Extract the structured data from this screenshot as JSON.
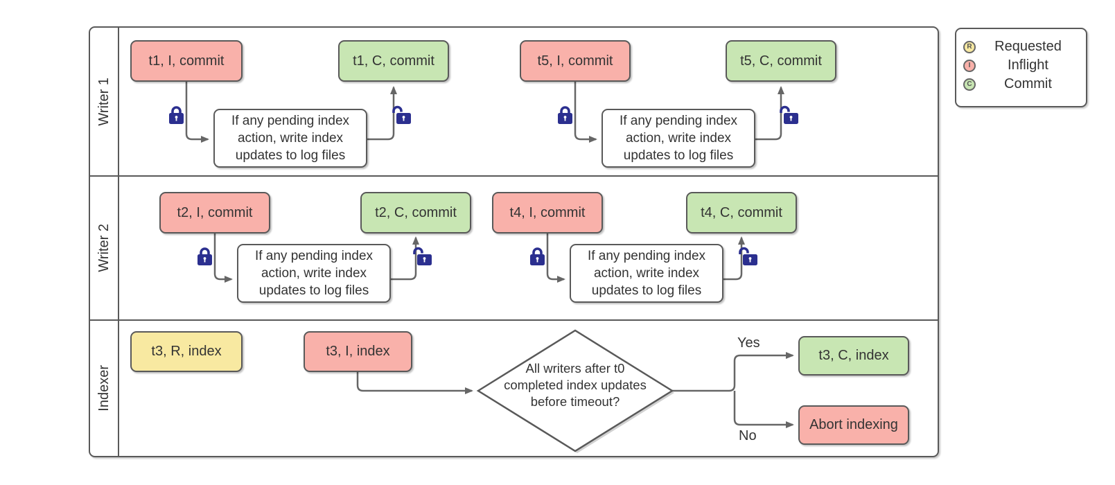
{
  "diagram": {
    "lanes": [
      {
        "label": "Writer 1",
        "groups": [
          {
            "start": "t1, I, commit",
            "process": "If any pending index action, write index updates to log files",
            "end": "t1, C, commit"
          },
          {
            "start": "t5, I, commit",
            "process": "If any pending index action, write index updates to log files",
            "end": "t5, C, commit"
          }
        ]
      },
      {
        "label": "Writer 2",
        "groups": [
          {
            "start": "t2, I, commit",
            "process": "If any pending index action, write index updates to log files",
            "end": "t2, C, commit"
          },
          {
            "start": "t4, I, commit",
            "process": "If any pending index action, write index updates to log files",
            "end": "t4, C, commit"
          }
        ]
      },
      {
        "label": "Indexer",
        "requested": "t3, R, index",
        "inflight": "t3, I, index",
        "decision": "All writers after t0 completed index updates before timeout?",
        "yes_label": "Yes",
        "no_label": "No",
        "yes_outcome": "t3, C, index",
        "no_outcome": "Abort indexing"
      }
    ],
    "legend": {
      "items": [
        {
          "letter": "R",
          "label": "Requested",
          "color": "#f8e9a1"
        },
        {
          "letter": "I",
          "label": "Inflight",
          "color": "#f9b1aa"
        },
        {
          "letter": "C",
          "label": "Commit",
          "color": "#c8e6b3"
        }
      ]
    },
    "colors": {
      "inflight": "#f9b1aa",
      "commit": "#c8e6b3",
      "requested": "#f8e9a1",
      "shape_border": "#595959",
      "connector": "#666666",
      "lock": "#2b2f8f",
      "text": "#333333",
      "background": "#ffffff"
    }
  }
}
